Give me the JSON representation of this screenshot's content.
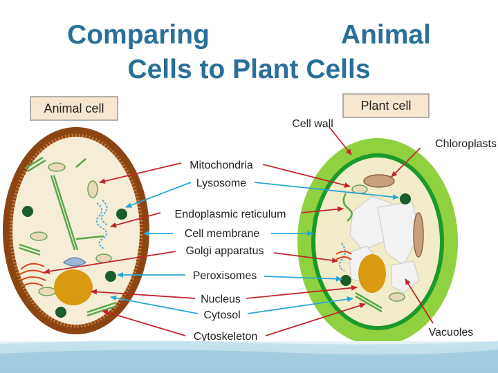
{
  "title": {
    "line1_left": "Comparing",
    "line1_right": "Animal",
    "line2": "Cells to Plant Cells"
  },
  "diagram": {
    "animal_cell_label": "Animal cell",
    "plant_cell_label": "Plant cell",
    "labels": {
      "cell_wall": "Cell wall",
      "chloroplasts": "Chloroplasts",
      "mitochondria": "Mitochondria",
      "lysosome": "Lysosome",
      "er": "Endoplasmic reticulum",
      "cell_membrane": "Cell membrane",
      "golgi": "Golgi apparatus",
      "peroxisomes": "Peroxisomes",
      "nucleus": "Nucleus",
      "cytosol": "Cytosol",
      "cytoskeleton": "Cytoskeleton",
      "vacuoles": "Vacuoles"
    }
  },
  "colors": {
    "title": "#2a6f9a",
    "animal_membrane": "#8b4513",
    "animal_cytoplasm": "#f6edd6",
    "plant_wall": "#8fd13f",
    "plant_membrane": "#1a9a2a",
    "nucleus": "#d99a12",
    "red_arrow": "#c0262c",
    "blue_arrow": "#2aa6d8",
    "label_box": "#f7e6d0"
  }
}
